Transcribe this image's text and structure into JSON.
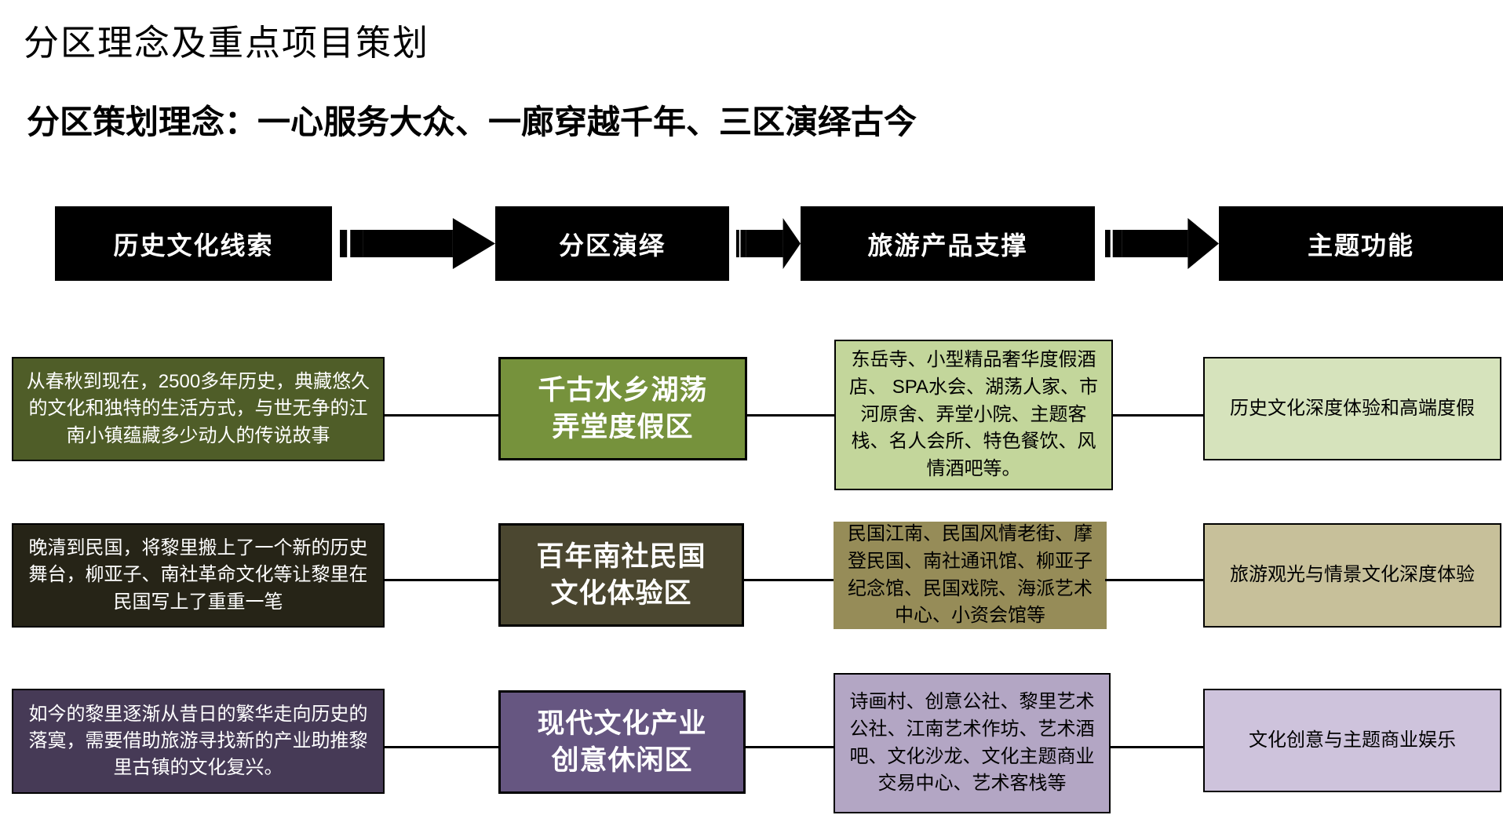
{
  "page": {
    "title": "分区理念及重点项目策划",
    "subtitle": "分区策划理念：一心服务大众、一廊穿越千年、三区演绎古今"
  },
  "colors": {
    "header_bg": "#000000",
    "header_fg": "#FFFFFF",
    "connector_line": "#000000",
    "arrow": "#000000"
  },
  "flow_headers": [
    {
      "label": "历史文化线索"
    },
    {
      "label": "分区演绎"
    },
    {
      "label": "旅游产品支撑"
    },
    {
      "label": "主题功能"
    }
  ],
  "arrows": [
    {
      "icon": "striped-right-arrow"
    },
    {
      "icon": "striped-right-arrow"
    },
    {
      "icon": "striped-right-arrow"
    }
  ],
  "rows": [
    {
      "clue": {
        "text": "从春秋到现在，2500多年历史，典藏悠久的文化和独特的生活方式，与世无争的江南小镇蕴藏多少动人的传说故事",
        "bg": "#4F5D28",
        "fg": "#FFFFFF"
      },
      "zone": {
        "text": "千古水乡湖荡\n弄堂度假区",
        "bg": "#76923C",
        "fg": "#FFFFFF"
      },
      "products": {
        "text": "东岳寺、小型精品奢华度假酒店、 SPA水会、湖荡人家、市河原舍、弄堂小院、主题客栈、名人会所、特色餐饮、风情酒吧等。",
        "bg": "#C3D69B",
        "fg": "#000000"
      },
      "theme": {
        "text": "历史文化深度体验和高端度假",
        "bg": "#D6E3BC",
        "fg": "#000000"
      }
    },
    {
      "clue": {
        "text": "晚清到民国，将黎里搬上了一个新的历史舞台，柳亚子、南社革命文化等让黎里在民国写上了重重一笔",
        "bg": "#262417",
        "fg": "#FFFFFF"
      },
      "zone": {
        "text": "百年南社民国\n文化体验区",
        "bg": "#4B4730",
        "fg": "#FFFFFF"
      },
      "products": {
        "text": "民国江南、民国风情老街、摩登民国、南社通讯馆、柳亚子纪念馆、民国戏院、海派艺术中心、小资会馆等",
        "bg": "#968C58",
        "fg": "#000000"
      },
      "theme": {
        "text": "旅游观光与情景文化深度体验",
        "bg": "#C7C09A",
        "fg": "#000000"
      }
    },
    {
      "clue": {
        "text": "如今的黎里逐渐从昔日的繁华走向历史的落寞，需要借助旅游寻找新的产业助推黎里古镇的文化复兴。",
        "bg": "#463A56",
        "fg": "#FFFFFF"
      },
      "zone": {
        "text": "现代文化产业\n创意休闲区",
        "bg": "#665681",
        "fg": "#FFFFFF"
      },
      "products": {
        "text": "诗画村、创意公社、黎里艺术公社、江南艺术作坊、艺术酒吧、文化沙龙、文化主题商业交易中心、艺术客栈等",
        "bg": "#B3A6C4",
        "fg": "#000000"
      },
      "theme": {
        "text": "文化创意与主题商业娱乐",
        "bg": "#CEC3DC",
        "fg": "#000000"
      }
    }
  ]
}
